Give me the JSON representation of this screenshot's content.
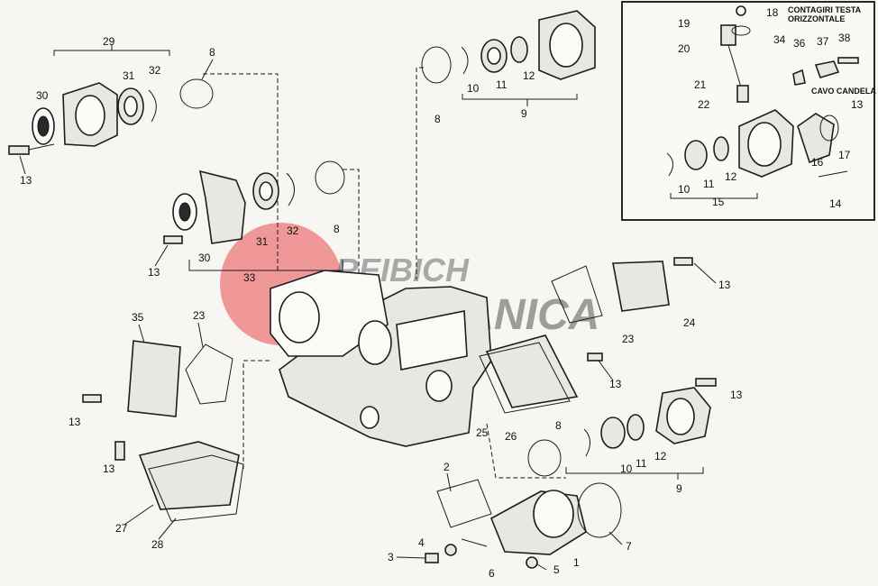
{
  "watermark": {
    "line1": "REIBICH",
    "line2": "MECCANICA",
    "brand_color": "#e94b4b"
  },
  "inset": {
    "caption_line1": "CONTAGIRI TESTA",
    "caption_line2": "ORIZZONTALE",
    "note": "CAVO CANDELA"
  },
  "labels": {
    "l29": "29",
    "l30a": "30",
    "l31a": "31",
    "l32a": "32",
    "l8a": "8",
    "l13a": "13",
    "l30b": "30",
    "l31b": "31",
    "l32b": "32",
    "l8b": "8",
    "l13b": "13",
    "l33": "33",
    "l10a": "10",
    "l11a": "11",
    "l12a": "12",
    "l8c": "8",
    "l9a": "9",
    "l19": "19",
    "l18": "18",
    "l20": "20",
    "l34": "34",
    "l36": "36",
    "l37": "37",
    "l38": "38",
    "l21": "21",
    "l22": "22",
    "l13i": "13",
    "l10i": "10",
    "l11i": "11",
    "l12i": "12",
    "l16": "16",
    "l17": "17",
    "l15": "15",
    "l14": "14",
    "l35": "35",
    "l23a": "23",
    "l13c": "13",
    "l13d": "13",
    "l27": "27",
    "l28": "28",
    "l13e": "13",
    "l24": "24",
    "l23b": "23",
    "l13f": "13",
    "l25": "25",
    "l26": "26",
    "l13g": "13",
    "l8d": "8",
    "l10b": "10",
    "l11b": "11",
    "l12b": "12",
    "l9b": "9",
    "l2": "2",
    "l4": "4",
    "l3": "3",
    "l6": "6",
    "l5": "5",
    "l1": "1",
    "l7": "7"
  }
}
